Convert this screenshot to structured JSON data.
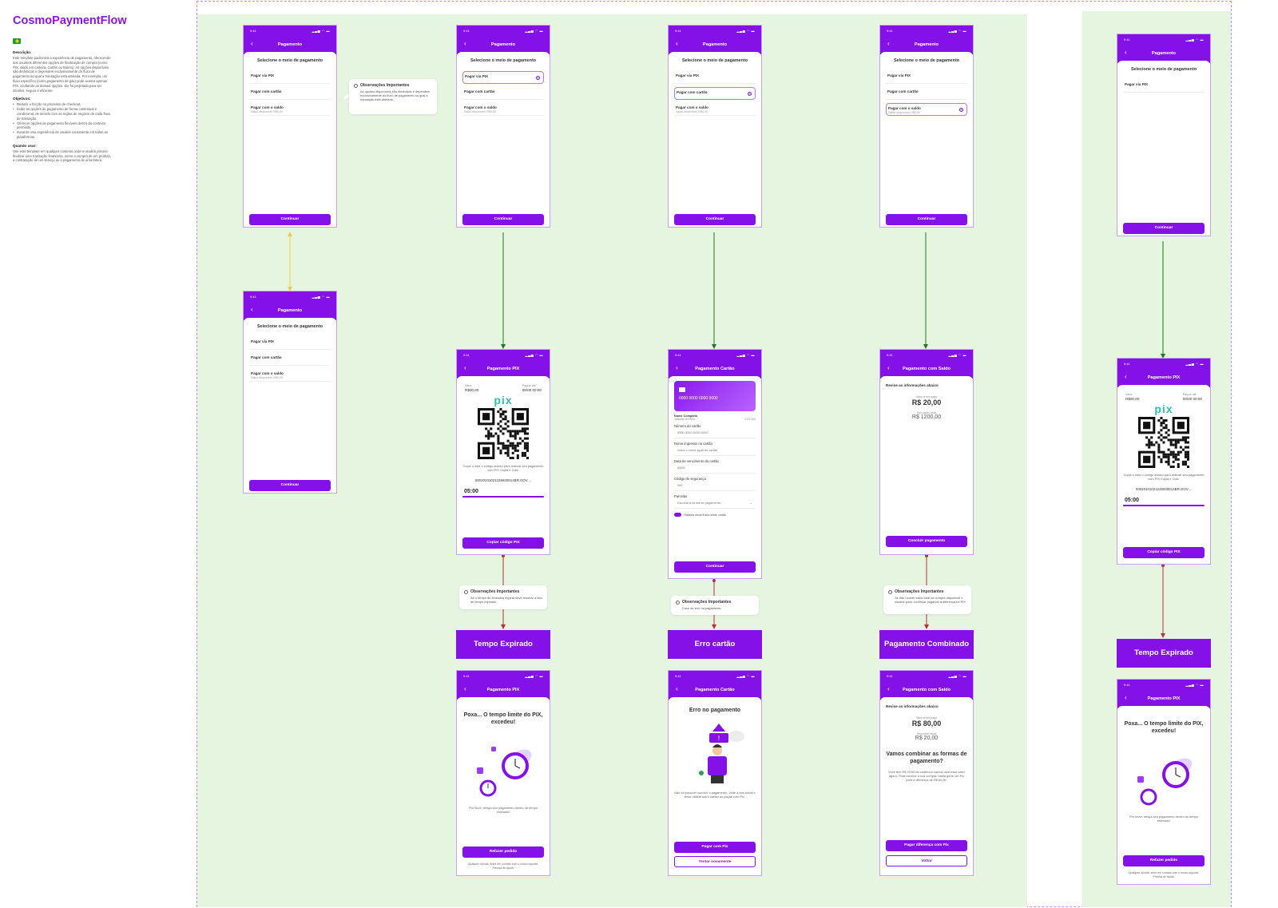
{
  "brand": "CosmoPaymentFlow",
  "sidebar": {
    "desc_h": "Descrição:",
    "desc": "Este template padroniza a experiência de pagamento, oferecendo aos usuários diferentes opções de finalização de compra (como PIX, saldo em carteira, Cartão ou Boleto). As opções disponíveis são dinâmicas e dependem exclusivamente do fluxo de pagamento ao qual a transação está atrelada. Por exemplo, um fluxo específico (como pagamento de gás) pode aceitar apenas PIX, ocultando as demais opções. Ele foi projetado para ser intuitivo, seguro e eficiente.",
    "obj_h": "Objetivos:",
    "obj": [
      "Reduzir a fricção no processo de checkout.",
      "Exibir as opções de pagamento de forma contextual e condicional, de acordo com as regras de negócio de cada fluxo de transação.",
      "Oferecer opções de pagamento flexíveis dentro do contexto permitido.",
      "Garantir uma experiência de usuário consistente em todas as plataformas."
    ],
    "when_h": "Quando usar:",
    "when": "Use este template em qualquer contexto onde o usuário precise finalizar uma transação financeira, como a compra de um produto, a contratação de um serviço ou o pagamento de uma fatura."
  },
  "status_time": "9:41",
  "status_icons": "▂▃▅ ◠ ▬",
  "back": "‹",
  "sel": {
    "title": "Pagamento",
    "subtitle": "Selecione o meio de pagamento",
    "opt_pix": "Pagar via PIX",
    "opt_card": "Pagar com cartão",
    "opt_saldo": "Pagar com o saldo",
    "saldo_sub": "Saldo disponível: R$0,00",
    "saldo_sub_b": "Saldo disponível: R$0,00",
    "btn": "Continuar"
  },
  "note1": {
    "title": "Observações Importantes",
    "text": "As opções disponíveis são dinâmicas e dependem exclusivamente do fluxo de pagamento ao qual a transação está atrelada."
  },
  "pix": {
    "title": "Pagamento PIX",
    "valor_l": "Valor",
    "valor": "R$00,00",
    "ate_l": "Pague até",
    "ate": "00/00 00:00",
    "logo": "pix",
    "copy_text": "Copie o este o código abaixo para realizar seu pagamento com PIX Copia e Cola.",
    "code": "00020101021226930014BR.GOV....",
    "timer": "05:00",
    "btn": "Copiar código PIX"
  },
  "pix2": {
    "copy_text": "Copie o este o código abaixo para realizar seu pagamento com PIX Copia e Cola."
  },
  "card": {
    "title": "Pagamento Cartão",
    "num": "0000 0000 0000 0000",
    "name": "Nome Completo",
    "validade": "Validade  00/0000",
    "cvv": "CVV  000",
    "f1_l": "Número do cartão",
    "f1_v": "0000-0000-0000-0000",
    "f2_l": "Nome impresso no cartão",
    "f2_v": "Insira o nome igual do cartão",
    "f3_l": "Data de vencimento do cartão",
    "f3_v": "00/00",
    "f4_l": "Código de segurança",
    "f4_v": "000",
    "f5_l": "Parcelas",
    "f5_v": "Escolha a forma de pagamento...",
    "toggle": "Habilitar recorrência neste cartão",
    "btn": "Continuar"
  },
  "saldo": {
    "title": "Pagamento com Saldo",
    "sub": "Revise as informações abaixo",
    "pagar_l": "Valor a ser pago",
    "pagar": "R$ 20,00",
    "atual_l": "Seu saldo atual",
    "atual": "R$ 1200,00",
    "btn": "Concluir pagamento"
  },
  "notes": {
    "pix": {
      "title": "Observações Importantes",
      "text": "Se o tempo de 5minutos expirar deve mostrar a tela de tempo expirado."
    },
    "card": {
      "title": "Observações Importantes",
      "text": "Caso de erro no pagamento."
    },
    "saldo": {
      "title": "Observações Importantes",
      "text": "Se não houver saldo total da compra disponível o usuário pode continuar pagando a diferença no PIX"
    }
  },
  "states": {
    "expired": "Tempo Expirado",
    "card_err": "Erro cartão",
    "combined": "Pagamento Combinado"
  },
  "expired": {
    "title": "Pagamento PIX",
    "big": "Poxa... O tempo limite do PIX, excedeu!",
    "text": "Por favor, refaça seu pagamento dentro do tempo estimado!",
    "btn": "Refazer pedido",
    "foot": "Qualquer dúvida, entre em contato com o nosso suporte. Precisa de ajuda."
  },
  "err": {
    "title": "Pagamento Cartão",
    "big": "Erro no pagamento",
    "text": "Não foi possível concluir o pagamento. Volte à tela inicial e tente utilizar outro cartão ou pague com Pix.",
    "btn1": "Pagar com Pix",
    "btn2": "Tentar novamente"
  },
  "comb": {
    "title": "Pagamento com Saldo",
    "sub": "Revise as informações abaixo",
    "pagar_l": "Valor a ser pago",
    "pagar": "R$ 80,00",
    "atual_l": "Seu saldo atual",
    "atual": "R$ 20,00",
    "big": "Vamos combinar as formas de pagamento?",
    "text": "Você tem R$ 20,00 na carteira e vamos usar esse valor agora. Para concluir a sua compra, basta gerar um Pix para a diferença de R$ 60,00.",
    "btn1": "Pagar diferença com Pix",
    "btn2": "Voltar"
  },
  "colors": {
    "primary": "#8412e8",
    "panel": "#e5f5e0",
    "arrow_green": "#1f7a1f",
    "arrow_red": "#b23333",
    "arrow_yellow": "#f2c94c"
  }
}
